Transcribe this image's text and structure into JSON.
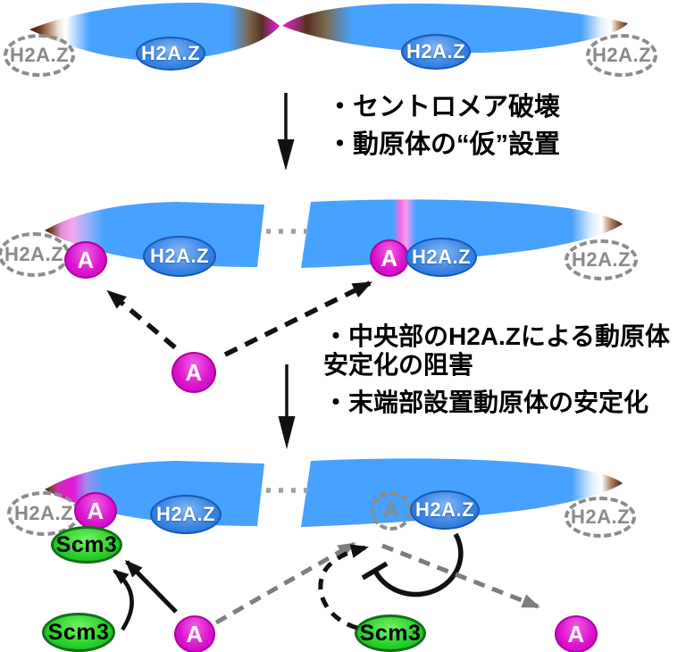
{
  "title": "CENP-A kinetochore relocation diagram",
  "labels": {
    "h2az": "H2A.Z",
    "a": "A",
    "scm3": "Scm3"
  },
  "annotations": {
    "step1_line1": "・セントロメア破壊",
    "step1_line2": "・動原体の“仮”設置",
    "step2_line1": "・中央部のH2A.Zによる動原体",
    "step2_line2": "安定化の阻害",
    "step2_line3": "・末端部設置動原体の安定化"
  },
  "colors": {
    "chromosome_blue": "#47a1fe",
    "centromere_magenta": "#e91dcd",
    "telomere_brown": "#41180a",
    "cenpa_stripe_pink": "#ee6ce4",
    "cenpa_magenta": "#da12cd",
    "scm3_green": "#2bd32b",
    "h2az_blue": "#3b87e4",
    "ghost_gray": "#8c8c8c",
    "arrow_black": "#111111",
    "arrow_gray": "#7d7d7d"
  }
}
